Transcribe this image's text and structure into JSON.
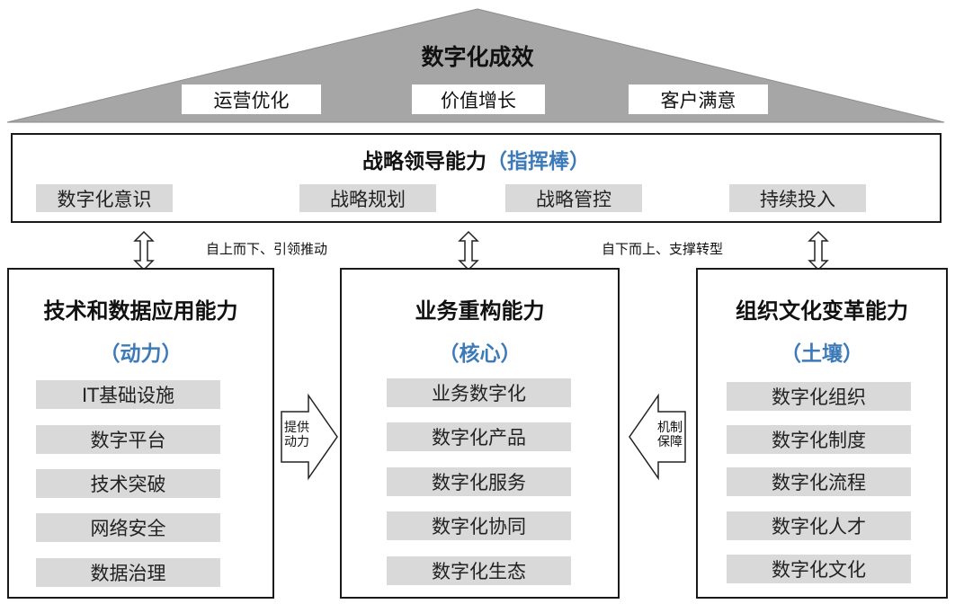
{
  "roof": {
    "title": "数字化成效",
    "items": [
      "运营优化",
      "价值增长",
      "客户满意"
    ]
  },
  "strategy": {
    "title": "战略领导能力",
    "subtitle": "（指挥棒）",
    "items": [
      "数字化意识",
      "战略规划",
      "战略管控",
      "持续投入"
    ]
  },
  "flows": {
    "top_down": "自上而下、引领推动",
    "bottom_up": "自下而上、支撑转型"
  },
  "pillars": [
    {
      "title": "技术和数据应用能力",
      "subtitle": "（动力）",
      "items": [
        "IT基础设施",
        "数字平台",
        "技术突破",
        "网络安全",
        "数据治理"
      ]
    },
    {
      "title": "业务重构能力",
      "subtitle": "（核心）",
      "items": [
        "业务数字化",
        "数字化产品",
        "数字化服务",
        "数字化协同",
        "数字化生态"
      ]
    },
    {
      "title": "组织文化变革能力",
      "subtitle": "（土壤）",
      "items": [
        "数字化组织",
        "数字化制度",
        "数字化流程",
        "数字化人才",
        "数字化文化"
      ]
    }
  ],
  "side_arrows": {
    "left": [
      "提供",
      "动力"
    ],
    "right": [
      "机制",
      "保障"
    ]
  },
  "colors": {
    "roof_fill": "#a6a6a6",
    "chip_fill": "#d9d9d9",
    "subtitle_blue": "#3d7ab8",
    "border": "#1a1a1a"
  }
}
